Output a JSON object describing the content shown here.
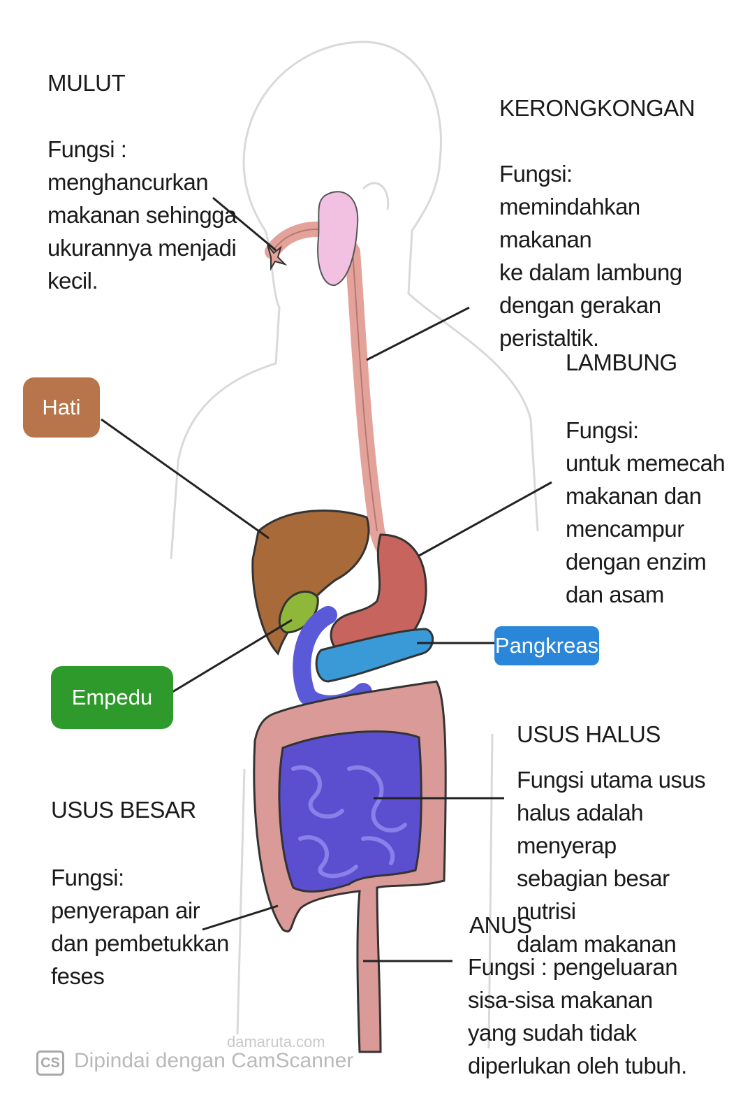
{
  "labels": {
    "mulut": {
      "title": "MULUT",
      "text": "Fungsi :\nmenghancurkan\nmakanan sehingga\nukurannya menjadi\nkecil."
    },
    "kerongkongan": {
      "title": "KERONGKONGAN",
      "text": "Fungsi:\nmemindahkan makanan\nke dalam lambung\ndengan gerakan\nperistaltik."
    },
    "lambung": {
      "title": "LAMBUNG",
      "text": "Fungsi:\nuntuk memecah\nmakanan dan\nmencampur\ndengan enzim\ndan asam"
    },
    "usus_halus": {
      "title": "USUS HALUS",
      "text": "Fungsi utama usus\nhalus adalah menyerap\nsebagian besar nutrisi\ndalam makanan"
    },
    "usus_besar": {
      "title": "USUS BESAR",
      "text": "Fungsi:\npenyerapan air\ndan pembetukkan\nfeses"
    },
    "anus": {
      "title": "ANUS",
      "text": "Fungsi : pengeluaran\nsisa-sisa makanan\nyang sudah tidak\ndiperlukan oleh tubuh."
    }
  },
  "badges": {
    "hati": {
      "label": "Hati",
      "color": "#b8744a"
    },
    "empedu": {
      "label": "Empedu",
      "color": "#2f9a2c"
    },
    "pangkreas": {
      "label": "Pangkreas",
      "color": "#2a86d8"
    }
  },
  "organ_colors": {
    "liver": "#a86a38",
    "gallbladder": "#8fb83a",
    "stomach": "#c8645e",
    "esophagus": "#e3a39a",
    "pancreas": "#3a9ad8",
    "duodenum": "#5a5ad8",
    "small_intestine": "#5b4fd0",
    "large_intestine": "#d99a98",
    "salivary_gland": "#f2c0e0"
  },
  "watermark": {
    "logo": "CS",
    "text": "Dipindai dengan CamScanner",
    "site": "damaruta.com"
  }
}
